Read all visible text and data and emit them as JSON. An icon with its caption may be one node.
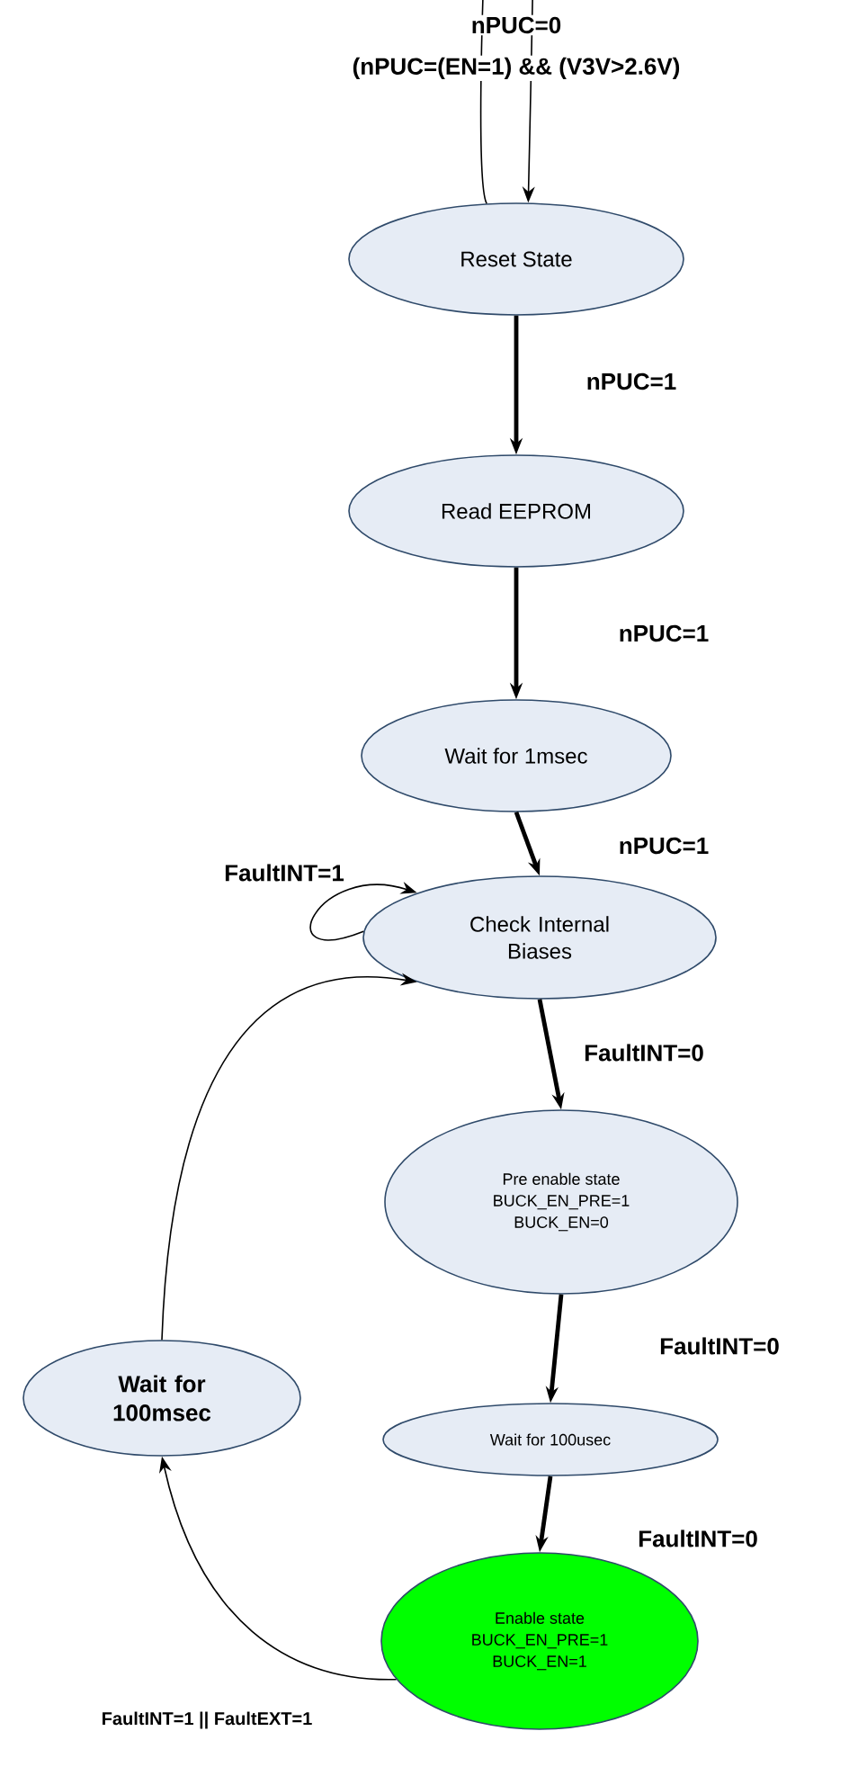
{
  "diagram": {
    "nodes": [
      {
        "text": [
          "Reset State"
        ]
      },
      {
        "text": [
          "Read EEPROM"
        ]
      },
      {
        "text": [
          "Wait for 1msec"
        ]
      },
      {
        "text": [
          "Check Internal Biases"
        ]
      },
      {
        "text": [
          "Pre enable state",
          "BUCK_EN_PRE=1",
          "BUCK_EN=0"
        ]
      },
      {
        "text": [
          "Wait for 100usec"
        ]
      },
      {
        "text": [
          "Wait for 100msec"
        ]
      },
      {
        "text": [
          "Enable state",
          "BUCK_EN_PRE=1",
          "BUCK_EN=1"
        ]
      }
    ],
    "edges": [
      {
        "from": 0,
        "to": 0,
        "arrow": "to",
        "label": "nPUC=0"
      },
      {
        "from": 0,
        "to": 1,
        "arrow": "to",
        "label": "nPUC=1"
      },
      {
        "from": 1,
        "to": 2,
        "arrow": "to",
        "label": "nPUC=1"
      },
      {
        "from": 2,
        "to": 3,
        "arrow": "to",
        "label": "nPUC=1"
      },
      {
        "from": 3,
        "to": 3,
        "arrow": "to",
        "label": "FaultINT=1"
      },
      {
        "from": 3,
        "to": 4,
        "arrow": "to",
        "label": "FaultINT=0"
      },
      {
        "from": 4,
        "to": 5,
        "arrow": "to",
        "label": "FaultINT=0"
      },
      {
        "from": 5,
        "to": 7,
        "arrow": "to",
        "label": "FaultINT=0"
      },
      {
        "from": 7,
        "to": 6,
        "arrow": "to",
        "label": "FaultINT=1 || FaultEXT=1"
      },
      {
        "from": 6,
        "to": 3,
        "arrow": "to"
      }
    ],
    "labels": [
      "(nPUC=(EN=1) && (V3V>2.6V)"
    ]
  }
}
